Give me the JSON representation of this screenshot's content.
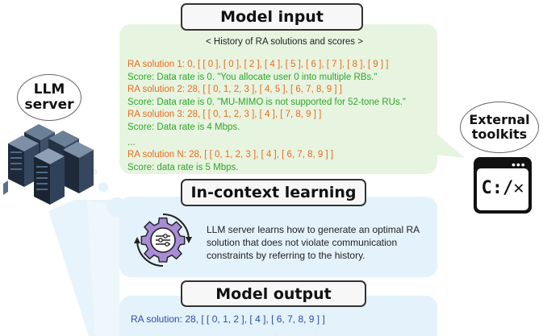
{
  "model_input": {
    "title": "Model input",
    "history_label": "< History of RA solutions and scores >",
    "lines": [
      {
        "text": "RA solution 1: 0, [ [ 0 ], [ 0 ], [ 2 ], [ 4 ], [ 5 ], [ 6 ], [ 7 ], [ 8 ], [ 9 ] ]",
        "kind": "solution"
      },
      {
        "text": "Score: Data rate is 0. \"You allocate user 0 into multiple RBs.\"",
        "kind": "score"
      },
      {
        "text": "RA solution 2: 28, [ [ 0, 1, 2, 3 ], [ 4, 5 ], [ 6, 7, 8, 9 ] ]",
        "kind": "solution"
      },
      {
        "text": "Score: Data rate is 0. \"MU-MIMO is not supported for 52-tone RUs.\"",
        "kind": "score"
      },
      {
        "text": "RA solution 3: 28, [ [ 0, 1, 2, 3 ], [ 4 ], [ 7, 8, 9 ] ]",
        "kind": "solution"
      },
      {
        "text": "Score: Data rate is 4 Mbps.",
        "kind": "score"
      },
      {
        "text": "...",
        "kind": "score"
      },
      {
        "text": "RA solution N: 28, [ [ 0, 1, 2, 3 ], [ 4 ], [ 6, 7, 8, 9 ] ]",
        "kind": "solution"
      },
      {
        "text": "Score: data rate is 5 Mbps.",
        "kind": "score"
      }
    ]
  },
  "in_context": {
    "title": "In-context learning",
    "description_lines": [
      "LLM server learns how to generate an optimal RA",
      "solution that does not violate communication",
      "constraints by referring to the history."
    ]
  },
  "model_output": {
    "title": "Model output",
    "solution": "RA solution: 28, [ [ 0, 1, 2 ], [ 4 ], [ 6, 7, 8, 9 ] ]"
  },
  "llm_server": {
    "label_line1": "LLM",
    "label_line2": "server"
  },
  "external_toolkits": {
    "label_line1": "External",
    "label_line2": "toolkits",
    "icon_text": "C:/✕"
  },
  "colors": {
    "solution": "#ee6a1c",
    "score": "#2fa52a",
    "output": "#2b4bb0",
    "input_bg": "#e7f4e0",
    "output_bg": "#e4f2fb"
  }
}
